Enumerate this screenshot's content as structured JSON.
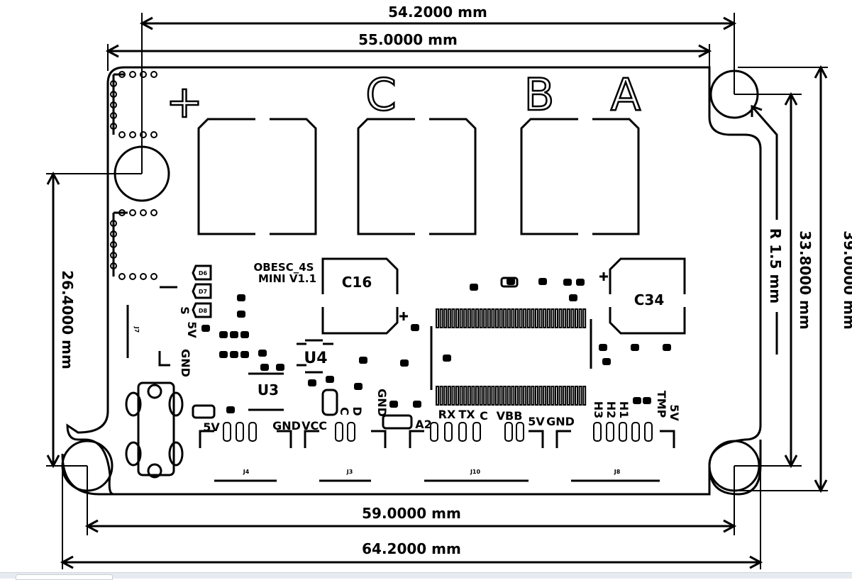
{
  "dimensions": {
    "top_inner": "54.2000 mm",
    "top_outer": "55.0000 mm",
    "bottom_inner": "59.0000 mm",
    "bottom_outer": "64.2000 mm",
    "left_vertical": "26.4000 mm",
    "right_inner": "33.8000 mm",
    "right_outer": "39.0000 mm",
    "radius": "R 1.5 mm"
  },
  "phase_labels": {
    "plus": "+",
    "c": "C",
    "b": "B",
    "a": "A"
  },
  "board": {
    "name_line1": "OBESC_4S",
    "name_line2": "MINI V1.1"
  },
  "components": {
    "c16": "C16",
    "c34": "C34",
    "u4": "U4",
    "u3": "U3",
    "d6": "D6",
    "d7": "D7",
    "d8": "D8",
    "j7": "J7",
    "j4": "J4",
    "j3": "J3",
    "j10": "J10",
    "j8": "J8"
  },
  "pin_labels": {
    "s": "S",
    "v5_left": "5V",
    "gnd_left": "GND",
    "v5": "5V",
    "gnd1": "GND",
    "vcc": "VCC",
    "c": "C",
    "d": "D",
    "gnd2": "GND",
    "a2": "A2",
    "rx": "RX",
    "tx": "TX",
    "sc": "C",
    "vbb": "VBB",
    "v5b": "5V",
    "gnd3": "GND",
    "h3": "H3",
    "h2": "H2",
    "h1": "H1",
    "tmp": "TMP",
    "v5c": "5V"
  }
}
